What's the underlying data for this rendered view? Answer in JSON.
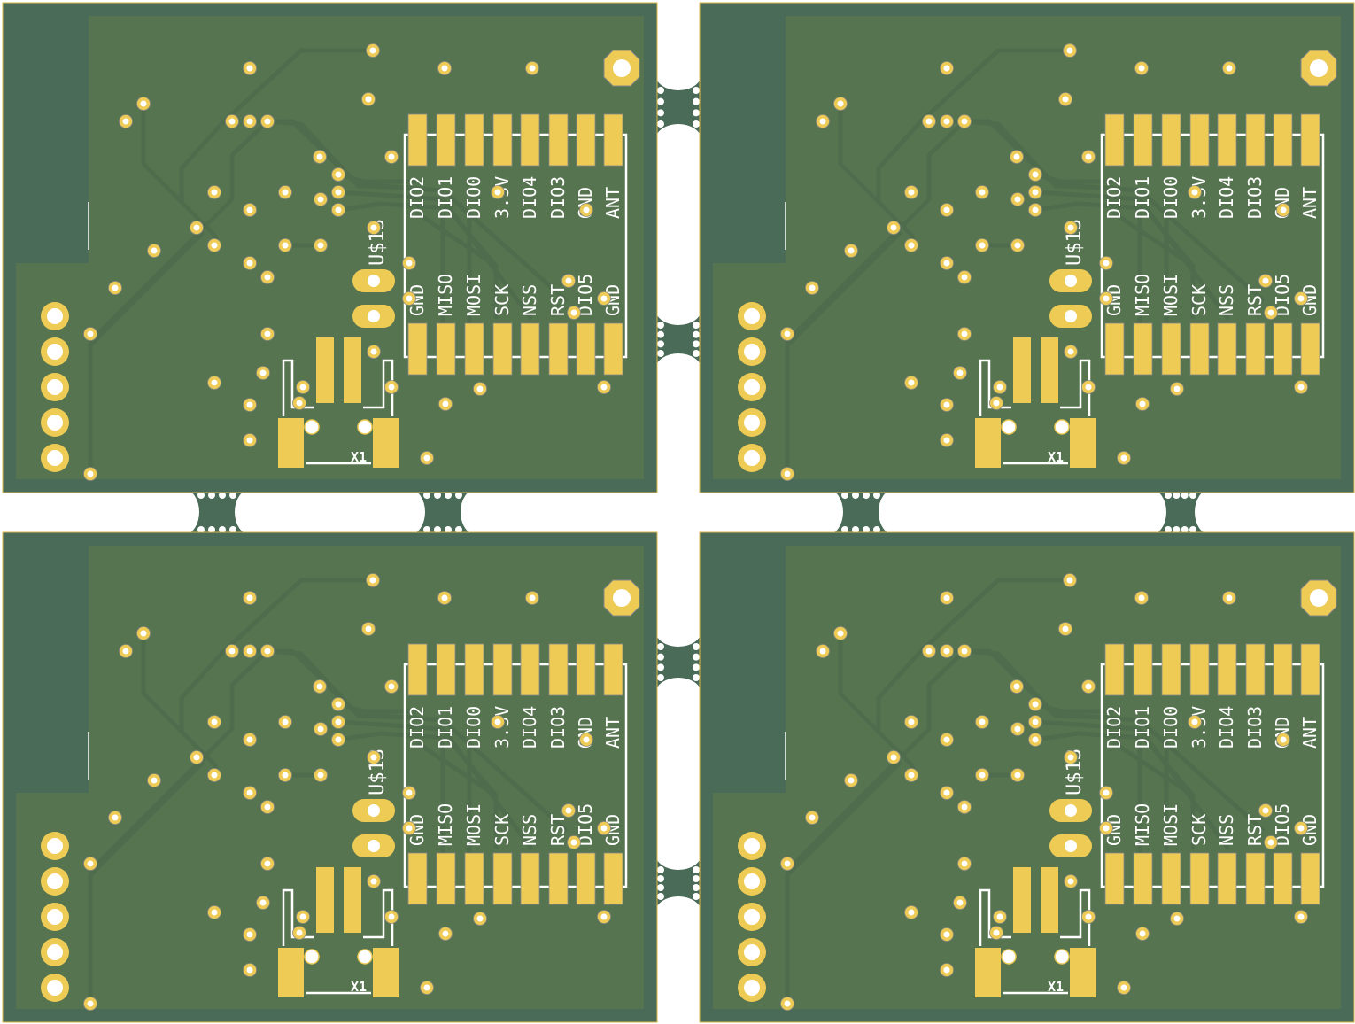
{
  "panel": {
    "board_count": 4,
    "colors": {
      "board_edge": "#4b6b59",
      "copper_fill": "#56744f",
      "trace": "#4f6c4d",
      "pad": "#eecb55",
      "silkscreen": "#ffffff",
      "outline": "#d9b64a"
    },
    "module": {
      "ref": "U$13",
      "top_pins": [
        "DIO2",
        "DIO1",
        "DIO0",
        "3.3V",
        "DIO4",
        "DIO3",
        "GND",
        "ANT"
      ],
      "bottom_pins": [
        "GND",
        "MISO",
        "MOSI",
        "SCK",
        "NSS",
        "RST",
        "DIO5",
        "GND"
      ]
    },
    "crystal": {
      "ref": "X1"
    }
  }
}
